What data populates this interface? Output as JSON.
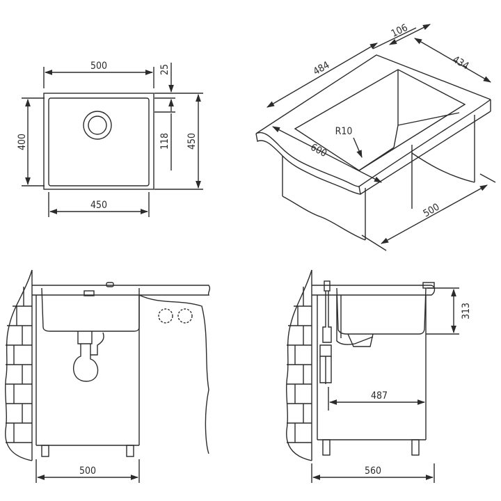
{
  "colors": {
    "line": "#2b2b2b",
    "background": "#ffffff"
  },
  "top_view": {
    "width_outer": "500",
    "width_inner": "450",
    "height_outer": "450",
    "height_inner": "400",
    "rim_offset": "25",
    "drain_offset": "118"
  },
  "perspective_view": {
    "depth": "106",
    "bowl_length": "484",
    "bowl_width": "434",
    "corner_radius": "R10",
    "worktop_depth": "600",
    "cabinet_depth": "500"
  },
  "front_view": {
    "cabinet_width": "500"
  },
  "side_view": {
    "bowl_depth": "313",
    "drain_position": "487",
    "cabinet_depth": "560"
  }
}
